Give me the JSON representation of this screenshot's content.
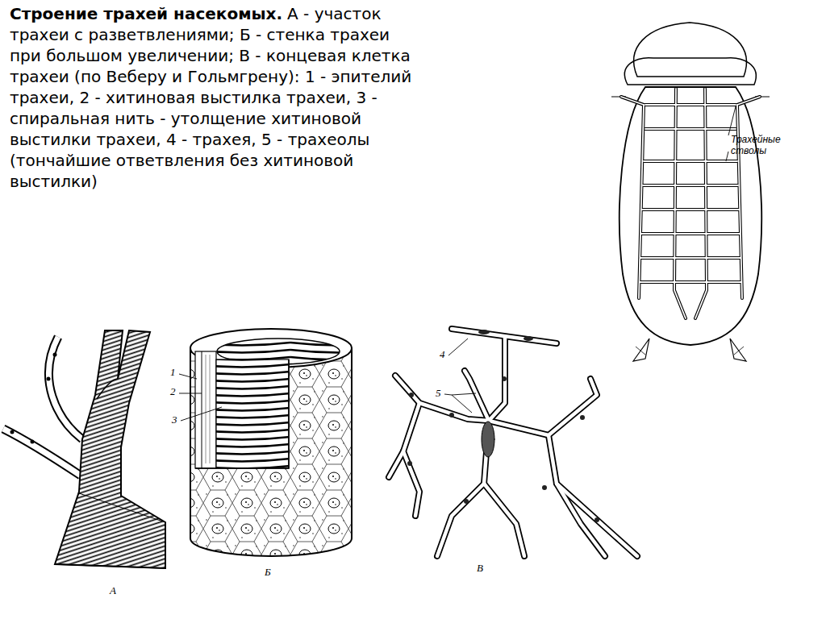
{
  "diagram": {
    "title": "Строение трахей насекомых.",
    "caption": "А - участок трахеи с разветвлениями; Б - стенка трахеи при большом увеличении; В - концевая клетка трахеи (по Веберу и Гольмгрену): 1 - эпителий трахеи, 2 - хитиновая выстилка трахеи, 3 - спиральная нить - утолщение хитиновой выстилки трахеи, 4 - трахея, 5 - трахеолы (тончайшие ответвления без хитиновой выстилки)",
    "labels": [
      "Трахейные стволы",
      "1",
      "2",
      "3",
      "А",
      "Б",
      "4",
      "5",
      "В"
    ]
  }
}
